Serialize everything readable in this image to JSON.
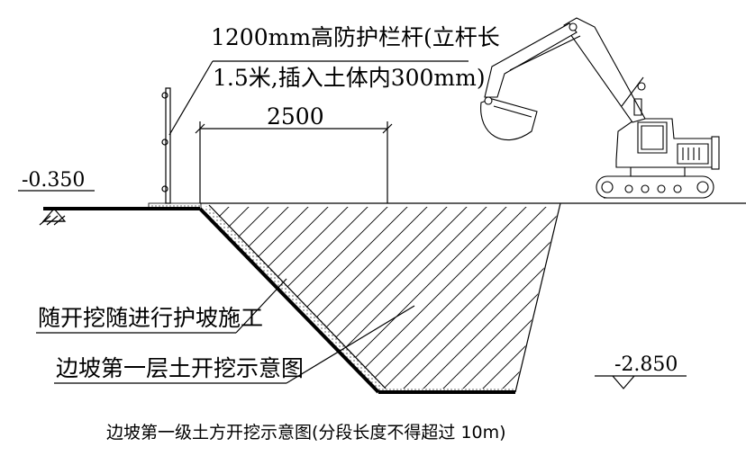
{
  "labels": {
    "railing_line1": "1200mm高防护栏杆(立杆长",
    "railing_line2": "1.5米,插入土体内300mm)",
    "dimension": "2500",
    "level_top": "-0.350",
    "level_bottom": "-2.850",
    "note_slope_protection": "随开挖随进行护坡施工",
    "note_first_layer": "边坡第一层土开挖示意图",
    "caption": "边坡第一级土方开挖示意图(分段长度不得超过 10m)"
  },
  "icons": {
    "excavator": "excavator-icon",
    "elevation_marker": "elevation-marker-icon",
    "guardrail": "guardrail-icon"
  },
  "colors": {
    "ink": "#000000",
    "background": "#ffffff"
  }
}
